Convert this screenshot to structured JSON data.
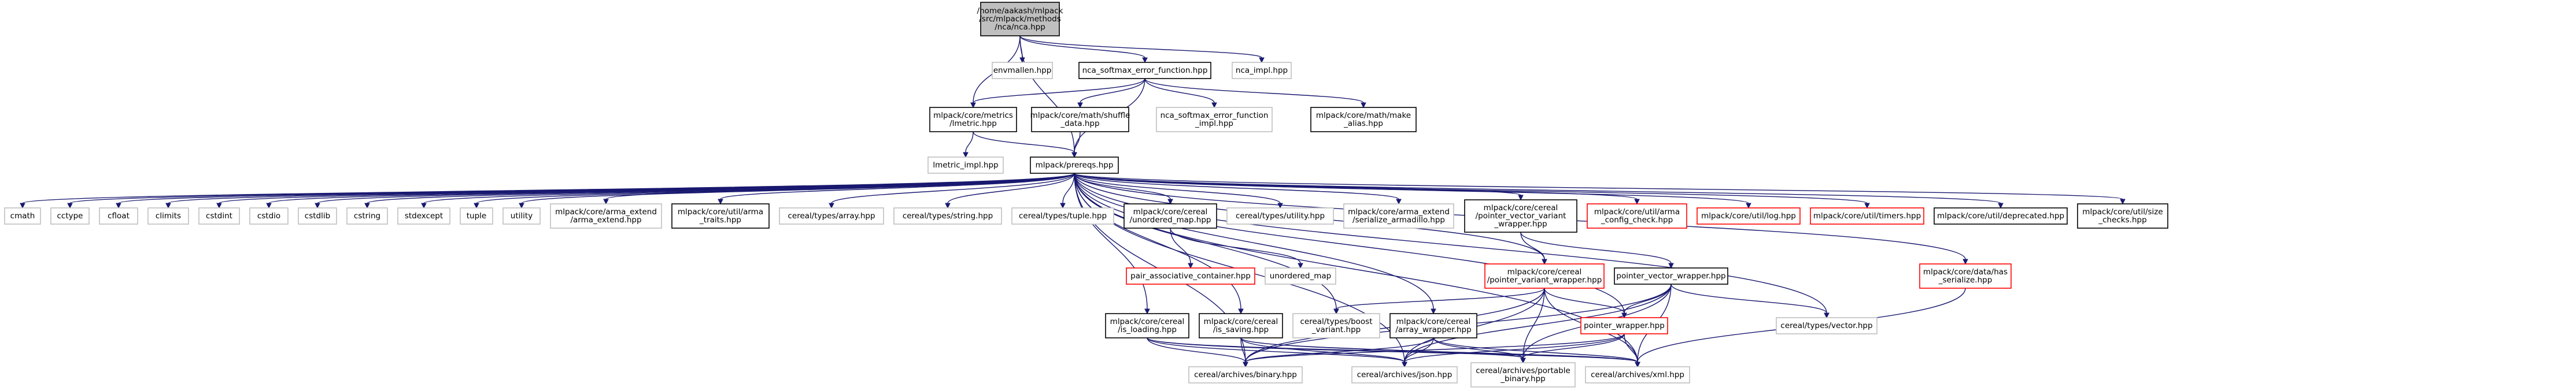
{
  "graph": {
    "nodes": [
      {
        "id": "root",
        "lines": [
          "/home/aakash/mlpack",
          "/src/mlpack/methods",
          "/nca/nca.hpp"
        ],
        "style": "root"
      },
      {
        "id": "envmallen",
        "lines": [
          "envmallen.hpp"
        ],
        "style": "gray"
      },
      {
        "id": "softmax",
        "lines": [
          "nca_softmax_error_function.hpp"
        ],
        "style": "black"
      },
      {
        "id": "nca_impl",
        "lines": [
          "nca_impl.hpp"
        ],
        "style": "gray"
      },
      {
        "id": "lmetric",
        "lines": [
          "mlpack/core/metrics",
          "/lmetric.hpp"
        ],
        "style": "black"
      },
      {
        "id": "shuffle",
        "lines": [
          "mlpack/core/math/shuffle",
          "_data.hpp"
        ],
        "style": "black"
      },
      {
        "id": "softmax_impl",
        "lines": [
          "nca_softmax_error_function",
          "_impl.hpp"
        ],
        "style": "gray"
      },
      {
        "id": "make_alias",
        "lines": [
          "mlpack/core/math/make",
          "_alias.hpp"
        ],
        "style": "black"
      },
      {
        "id": "lmetric_impl",
        "lines": [
          "lmetric_impl.hpp"
        ],
        "style": "gray"
      },
      {
        "id": "prereqs",
        "lines": [
          "mlpack/prereqs.hpp"
        ],
        "style": "black"
      },
      {
        "id": "cmath",
        "lines": [
          "cmath"
        ],
        "style": "gray"
      },
      {
        "id": "cctype",
        "lines": [
          "cctype"
        ],
        "style": "gray"
      },
      {
        "id": "cfloat",
        "lines": [
          "cfloat"
        ],
        "style": "gray"
      },
      {
        "id": "climits",
        "lines": [
          "climits"
        ],
        "style": "gray"
      },
      {
        "id": "cstdint",
        "lines": [
          "cstdint"
        ],
        "style": "gray"
      },
      {
        "id": "cstdio",
        "lines": [
          "cstdio"
        ],
        "style": "gray"
      },
      {
        "id": "cstdlib",
        "lines": [
          "cstdlib"
        ],
        "style": "gray"
      },
      {
        "id": "cstring",
        "lines": [
          "cstring"
        ],
        "style": "gray"
      },
      {
        "id": "stdexcept",
        "lines": [
          "stdexcept"
        ],
        "style": "gray"
      },
      {
        "id": "tuple",
        "lines": [
          "tuple"
        ],
        "style": "gray"
      },
      {
        "id": "utility",
        "lines": [
          "utility"
        ],
        "style": "gray"
      },
      {
        "id": "arma_extend",
        "lines": [
          "mlpack/core/arma_extend",
          "/arma_extend.hpp"
        ],
        "style": "gray"
      },
      {
        "id": "arma_traits",
        "lines": [
          "mlpack/core/util/arma",
          "_traits.hpp"
        ],
        "style": "black"
      },
      {
        "id": "c_array",
        "lines": [
          "cereal/types/array.hpp"
        ],
        "style": "gray"
      },
      {
        "id": "c_string",
        "lines": [
          "cereal/types/string.hpp"
        ],
        "style": "gray"
      },
      {
        "id": "c_tuple",
        "lines": [
          "cereal/types/tuple.hpp"
        ],
        "style": "gray"
      },
      {
        "id": "unordered_map_hpp",
        "lines": [
          "mlpack/core/cereal",
          "/unordered_map.hpp"
        ],
        "style": "black"
      },
      {
        "id": "c_utility",
        "lines": [
          "cereal/types/utility.hpp"
        ],
        "style": "gray"
      },
      {
        "id": "serialize_arma",
        "lines": [
          "mlpack/core/arma_extend",
          "/serialize_armadillo.hpp"
        ],
        "style": "gray"
      },
      {
        "id": "pvvw",
        "lines": [
          "mlpack/core/cereal",
          "/pointer_vector_variant",
          "_wrapper.hpp"
        ],
        "style": "black"
      },
      {
        "id": "arma_config",
        "lines": [
          "mlpack/core/util/arma",
          "_config_check.hpp"
        ],
        "style": "red"
      },
      {
        "id": "log",
        "lines": [
          "mlpack/core/util/log.hpp"
        ],
        "style": "red"
      },
      {
        "id": "timers",
        "lines": [
          "mlpack/core/util/timers.hpp"
        ],
        "style": "red"
      },
      {
        "id": "deprecated",
        "lines": [
          "mlpack/core/util/deprecated.hpp"
        ],
        "style": "black"
      },
      {
        "id": "size_checks",
        "lines": [
          "mlpack/core/util/size",
          "_checks.hpp"
        ],
        "style": "black"
      },
      {
        "id": "pac",
        "lines": [
          "pair_associative_container.hpp"
        ],
        "style": "red"
      },
      {
        "id": "unordered_map",
        "lines": [
          "unordered_map"
        ],
        "style": "gray"
      },
      {
        "id": "pvw",
        "lines": [
          "mlpack/core/cereal",
          "/pointer_variant_wrapper.hpp"
        ],
        "style": "red"
      },
      {
        "id": "pvecw",
        "lines": [
          "pointer_vector_wrapper.hpp"
        ],
        "style": "black"
      },
      {
        "id": "has_serialize",
        "lines": [
          "mlpack/core/data/has",
          "_serialize.hpp"
        ],
        "style": "red"
      },
      {
        "id": "is_loading",
        "lines": [
          "mlpack/core/cereal",
          "/is_loading.hpp"
        ],
        "style": "black"
      },
      {
        "id": "is_saving",
        "lines": [
          "mlpack/core/cereal",
          "/is_saving.hpp"
        ],
        "style": "black"
      },
      {
        "id": "boost_variant",
        "lines": [
          "cereal/types/boost",
          "_variant.hpp"
        ],
        "style": "gray"
      },
      {
        "id": "array_wrapper",
        "lines": [
          "mlpack/core/cereal",
          "/array_wrapper.hpp"
        ],
        "style": "black"
      },
      {
        "id": "pointer_wrapper",
        "lines": [
          "pointer_wrapper.hpp"
        ],
        "style": "red"
      },
      {
        "id": "c_vector",
        "lines": [
          "cereal/types/vector.hpp"
        ],
        "style": "gray"
      },
      {
        "id": "binary",
        "lines": [
          "cereal/archives/binary.hpp"
        ],
        "style": "gray"
      },
      {
        "id": "json",
        "lines": [
          "cereal/archives/json.hpp"
        ],
        "style": "gray"
      },
      {
        "id": "portable",
        "lines": [
          "cereal/archives/portable",
          "_binary.hpp"
        ],
        "style": "gray"
      },
      {
        "id": "xml",
        "lines": [
          "cereal/archives/xml.hpp"
        ],
        "style": "gray"
      }
    ],
    "edges": [
      [
        "root",
        "envmallen"
      ],
      [
        "root",
        "softmax"
      ],
      [
        "root",
        "nca_impl"
      ],
      [
        "root",
        "lmetric"
      ],
      [
        "root",
        "prereqs"
      ],
      [
        "softmax",
        "lmetric"
      ],
      [
        "softmax",
        "shuffle"
      ],
      [
        "softmax",
        "softmax_impl"
      ],
      [
        "softmax",
        "make_alias"
      ],
      [
        "softmax",
        "prereqs"
      ],
      [
        "lmetric",
        "lmetric_impl"
      ],
      [
        "lmetric",
        "prereqs"
      ],
      [
        "shuffle",
        "prereqs"
      ],
      [
        "prereqs",
        "cmath"
      ],
      [
        "prereqs",
        "cctype"
      ],
      [
        "prereqs",
        "cfloat"
      ],
      [
        "prereqs",
        "climits"
      ],
      [
        "prereqs",
        "cstdint"
      ],
      [
        "prereqs",
        "cstdio"
      ],
      [
        "prereqs",
        "cstdlib"
      ],
      [
        "prereqs",
        "cstring"
      ],
      [
        "prereqs",
        "stdexcept"
      ],
      [
        "prereqs",
        "tuple"
      ],
      [
        "prereqs",
        "utility"
      ],
      [
        "prereqs",
        "arma_extend"
      ],
      [
        "prereqs",
        "arma_traits"
      ],
      [
        "prereqs",
        "c_array"
      ],
      [
        "prereqs",
        "c_string"
      ],
      [
        "prereqs",
        "c_tuple"
      ],
      [
        "prereqs",
        "unordered_map_hpp"
      ],
      [
        "prereqs",
        "c_utility"
      ],
      [
        "prereqs",
        "serialize_arma"
      ],
      [
        "prereqs",
        "pvvw"
      ],
      [
        "prereqs",
        "arma_config"
      ],
      [
        "prereqs",
        "log"
      ],
      [
        "prereqs",
        "timers"
      ],
      [
        "prereqs",
        "deprecated"
      ],
      [
        "prereqs",
        "size_checks"
      ],
      [
        "prereqs",
        "pvw"
      ],
      [
        "prereqs",
        "has_serialize"
      ],
      [
        "prereqs",
        "is_loading"
      ],
      [
        "prereqs",
        "is_saving"
      ],
      [
        "prereqs",
        "boost_variant"
      ],
      [
        "prereqs",
        "array_wrapper"
      ],
      [
        "prereqs",
        "pointer_wrapper"
      ],
      [
        "prereqs",
        "c_vector"
      ],
      [
        "prereqs",
        "binary"
      ],
      [
        "prereqs",
        "json"
      ],
      [
        "prereqs",
        "xml"
      ],
      [
        "unordered_map_hpp",
        "pac"
      ],
      [
        "unordered_map_hpp",
        "unordered_map"
      ],
      [
        "pvvw",
        "pvw"
      ],
      [
        "pvvw",
        "pvecw"
      ],
      [
        "pvw",
        "boost_variant"
      ],
      [
        "pvw",
        "pointer_wrapper"
      ],
      [
        "pvw",
        "binary"
      ],
      [
        "pvw",
        "json"
      ],
      [
        "pvw",
        "portable"
      ],
      [
        "pvw",
        "xml"
      ],
      [
        "pvecw",
        "pointer_wrapper"
      ],
      [
        "pvecw",
        "c_vector"
      ],
      [
        "pvecw",
        "binary"
      ],
      [
        "pvecw",
        "json"
      ],
      [
        "pvecw",
        "portable"
      ],
      [
        "pvecw",
        "xml"
      ],
      [
        "has_serialize",
        "xml"
      ],
      [
        "is_loading",
        "binary"
      ],
      [
        "is_loading",
        "json"
      ],
      [
        "is_loading",
        "portable"
      ],
      [
        "is_loading",
        "xml"
      ],
      [
        "is_saving",
        "binary"
      ],
      [
        "is_saving",
        "json"
      ],
      [
        "is_saving",
        "portable"
      ],
      [
        "is_saving",
        "xml"
      ],
      [
        "array_wrapper",
        "binary"
      ],
      [
        "array_wrapper",
        "json"
      ],
      [
        "array_wrapper",
        "portable"
      ],
      [
        "array_wrapper",
        "xml"
      ],
      [
        "pointer_wrapper",
        "binary"
      ],
      [
        "pointer_wrapper",
        "json"
      ],
      [
        "pointer_wrapper",
        "portable"
      ],
      [
        "pointer_wrapper",
        "xml"
      ]
    ]
  }
}
